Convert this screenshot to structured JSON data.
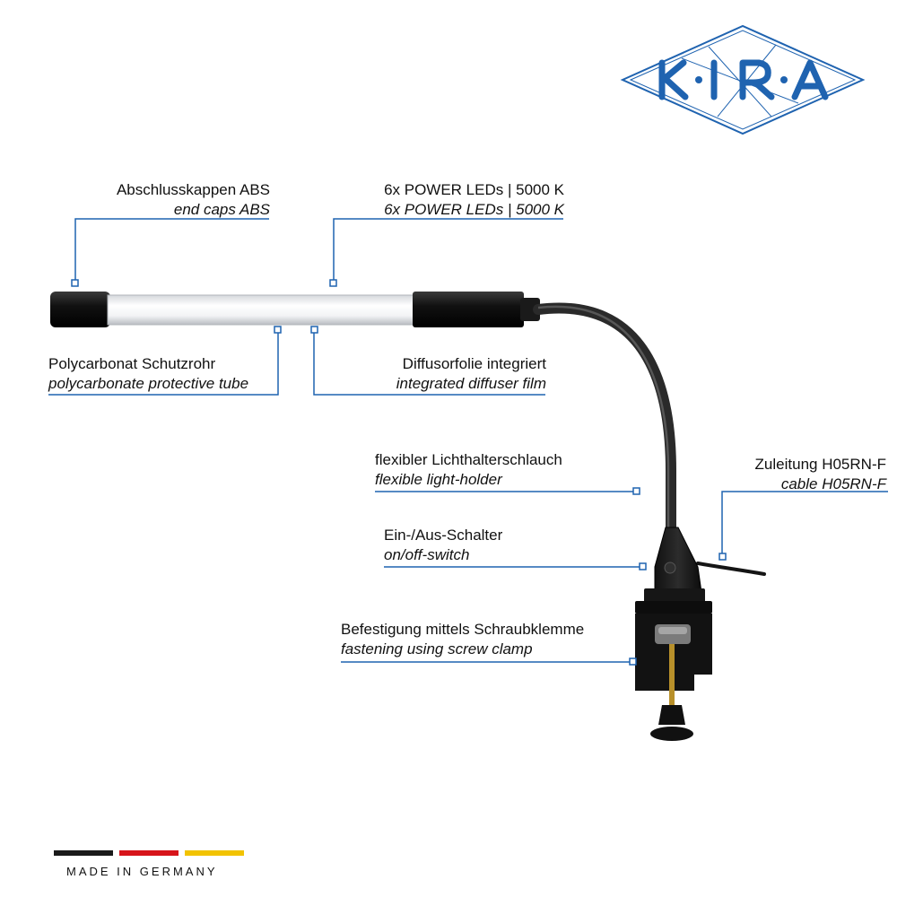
{
  "brand": {
    "logo_text": "KIRA",
    "line_color": "#1f63b0"
  },
  "callouts": [
    {
      "id": "end-caps",
      "de": "Abschlusskappen ABS",
      "en": "end caps ABS"
    },
    {
      "id": "power-leds",
      "de": "6x POWER LEDs | 5000 K",
      "en": "6x POWER LEDs | 5000 K"
    },
    {
      "id": "protective-tube",
      "de": "Polycarbonat Schutzrohr",
      "en": "polycarbonate protective tube"
    },
    {
      "id": "diffuser-film",
      "de": "Diffusorfolie integriert",
      "en": "integrated diffuser film"
    },
    {
      "id": "light-holder",
      "de": "flexibler Lichthalterschlauch",
      "en": "flexible light-holder"
    },
    {
      "id": "cable",
      "de": "Zuleitung H05RN-F",
      "en": "cable H05RN-F"
    },
    {
      "id": "switch",
      "de": "Ein-/Aus-Schalter",
      "en": "on/off-switch"
    },
    {
      "id": "clamp",
      "de": "Befestigung mittels Schraubklemme",
      "en": "fastening using screw clamp"
    }
  ],
  "footer": {
    "made_in": "MADE IN GERMANY",
    "flag_colors": [
      "#1a1a1a",
      "#d7141a",
      "#f2c300"
    ]
  }
}
